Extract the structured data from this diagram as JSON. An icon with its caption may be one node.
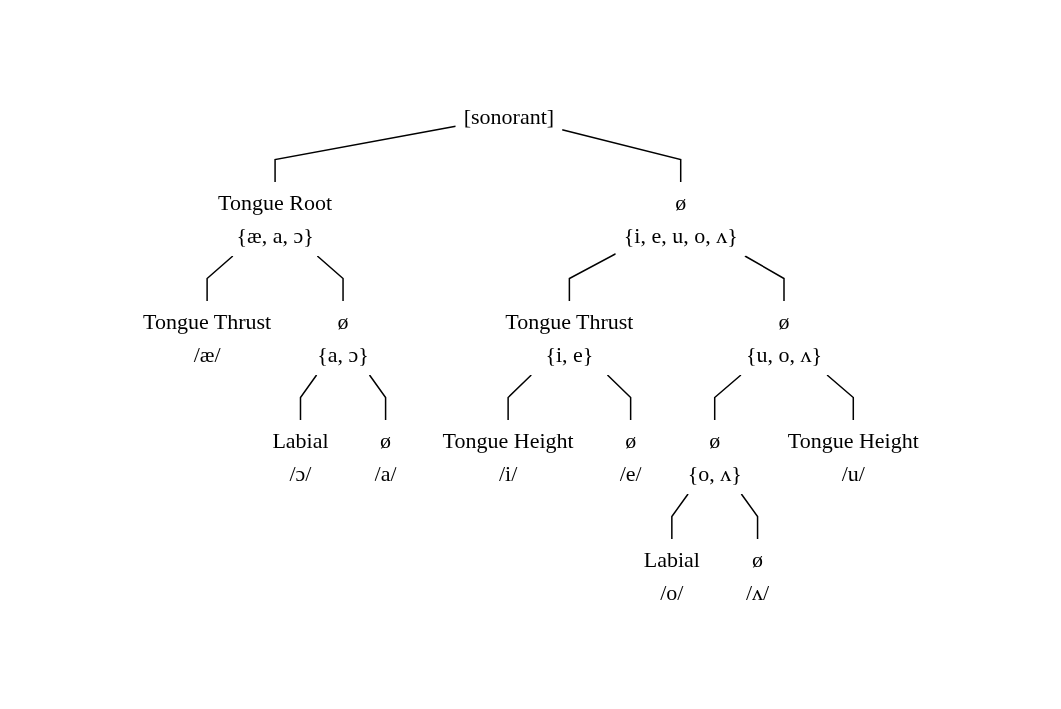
{
  "diagram": {
    "nodes": [
      {
        "text": [
          "[sonorant]"
        ]
      },
      {
        "text": [
          "Tongue Root",
          "{æ, a, ɔ}"
        ]
      },
      {
        "text": [
          "ø",
          "{i, e, u, o, ʌ}"
        ]
      },
      {
        "text": [
          "Tongue Thrust",
          "/æ/"
        ]
      },
      {
        "text": [
          "Tongue Thrust",
          "{i, e}"
        ]
      },
      {
        "text": [
          "ø",
          "{u, o, ʌ}"
        ]
      },
      {
        "text": [
          "ø",
          "{a, ɔ}"
        ]
      },
      {
        "text": [
          "Tongue Height",
          "/i/"
        ]
      },
      {
        "text": [
          "ø",
          "/e/"
        ]
      },
      {
        "text": [
          "ø",
          "{o, ʌ}"
        ]
      },
      {
        "text": [
          "Tongue Height",
          "/u/"
        ]
      },
      {
        "text": [
          "Labial",
          "/ɔ/"
        ]
      },
      {
        "text": [
          "ø",
          "/a/"
        ]
      },
      {
        "text": [
          "Labial",
          "/o/"
        ]
      },
      {
        "text": [
          "ø",
          "/ʌ/"
        ]
      }
    ],
    "edges": [
      {
        "from": 0,
        "to": 1,
        "arrow": "none"
      },
      {
        "from": 0,
        "to": 2,
        "arrow": "none"
      },
      {
        "from": 1,
        "to": 3,
        "arrow": "none"
      },
      {
        "from": 1,
        "to": 6,
        "arrow": "none"
      },
      {
        "from": 2,
        "to": 4,
        "arrow": "none"
      },
      {
        "from": 2,
        "to": 5,
        "arrow": "none"
      },
      {
        "from": 4,
        "to": 7,
        "arrow": "none"
      },
      {
        "from": 4,
        "to": 8,
        "arrow": "none"
      },
      {
        "from": 5,
        "to": 9,
        "arrow": "none"
      },
      {
        "from": 5,
        "to": 10,
        "arrow": "none"
      },
      {
        "from": 6,
        "to": 11,
        "arrow": "none"
      },
      {
        "from": 6,
        "to": 12,
        "arrow": "none"
      },
      {
        "from": 9,
        "to": 13,
        "arrow": "none"
      },
      {
        "from": 9,
        "to": 14,
        "arrow": "none"
      }
    ]
  }
}
